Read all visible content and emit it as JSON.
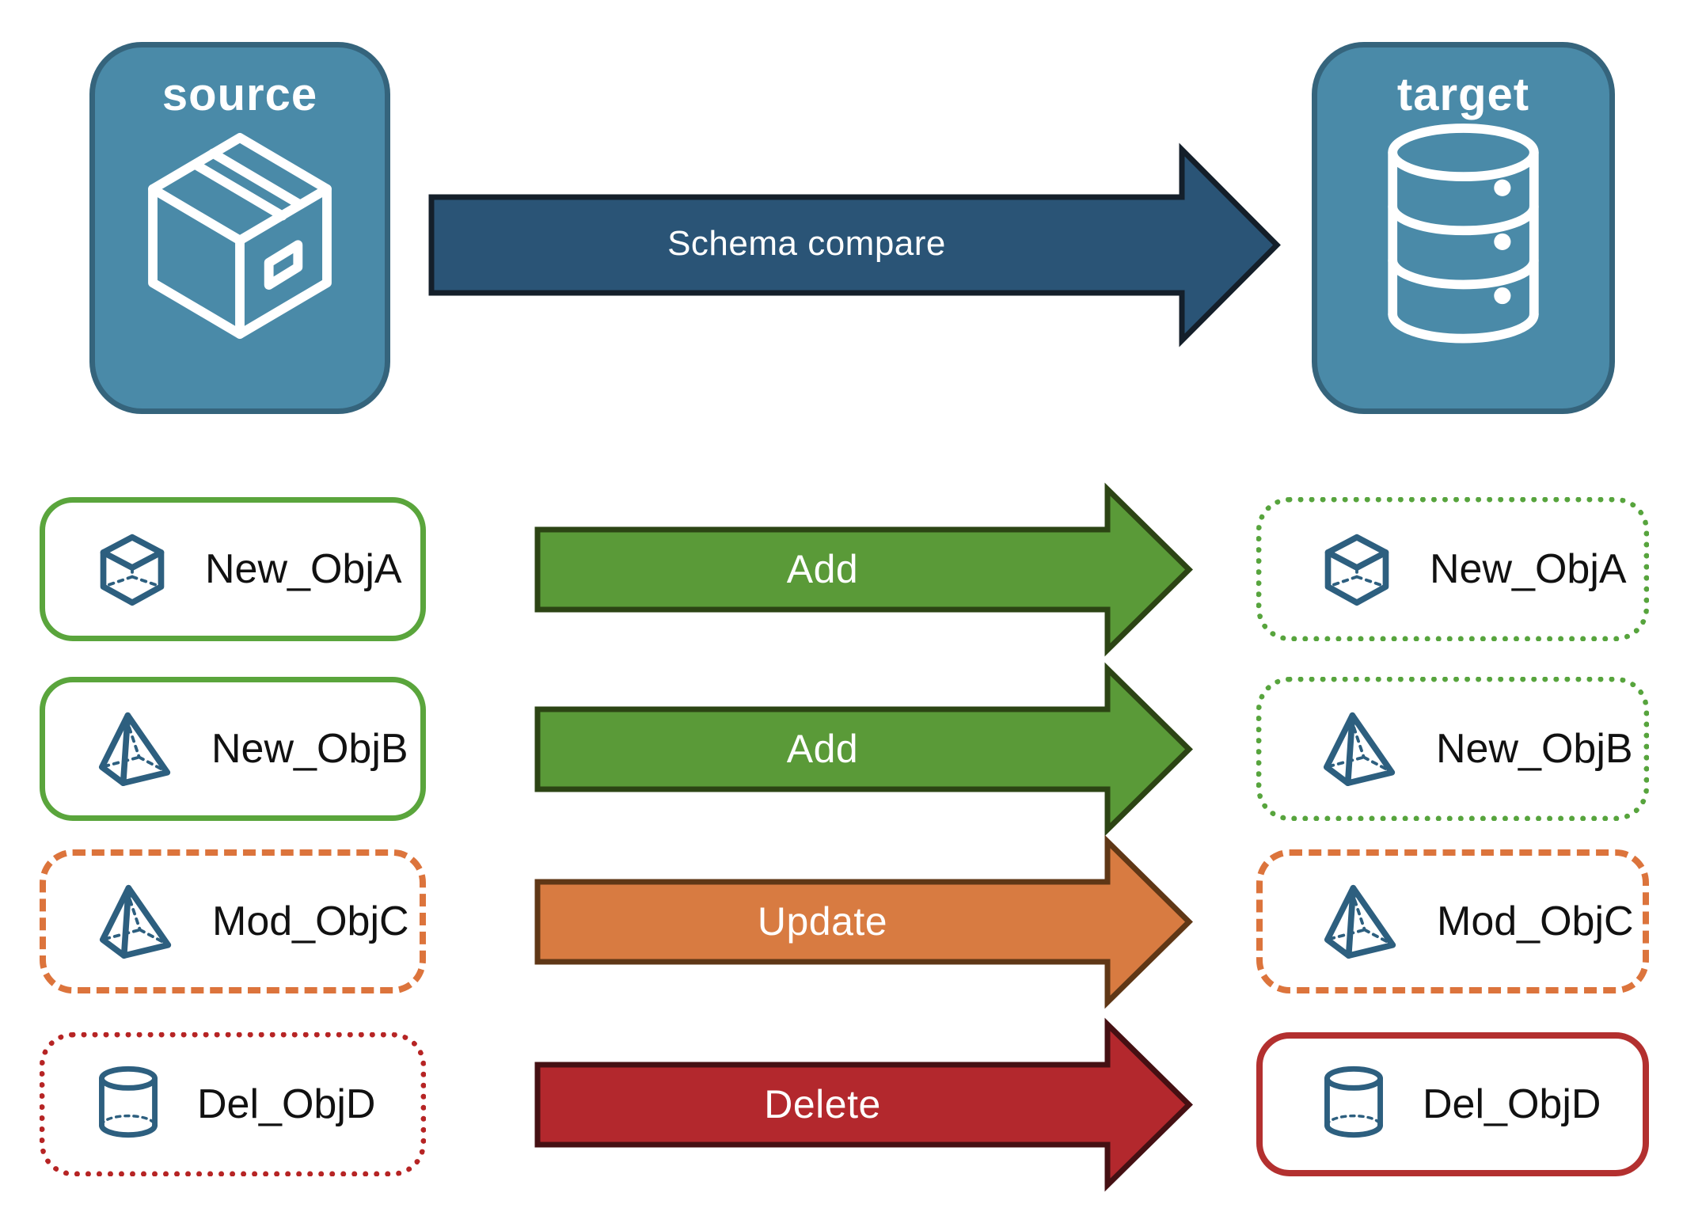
{
  "diagram": {
    "source": {
      "label": "source",
      "icon": "package-icon"
    },
    "target": {
      "label": "target",
      "icon": "database-icon"
    },
    "main_arrow": {
      "label": "Schema compare"
    },
    "rows": [
      {
        "source_object": {
          "label": "New_ObjA",
          "icon": "cube-icon",
          "border_style": "solid",
          "border_color": "green"
        },
        "action": {
          "label": "Add"
        },
        "target_object": {
          "label": "New_ObjA",
          "icon": "cube-icon",
          "border_style": "dotted",
          "border_color": "green"
        }
      },
      {
        "source_object": {
          "label": "New_ObjB",
          "icon": "pyramid-icon",
          "border_style": "solid",
          "border_color": "green"
        },
        "action": {
          "label": "Add"
        },
        "target_object": {
          "label": "New_ObjB",
          "icon": "pyramid-icon",
          "border_style": "dotted",
          "border_color": "green"
        }
      },
      {
        "source_object": {
          "label": "Mod_ObjC",
          "icon": "pyramid-icon",
          "border_style": "dashed",
          "border_color": "orange"
        },
        "action": {
          "label": "Update"
        },
        "target_object": {
          "label": "Mod_ObjC",
          "icon": "pyramid-icon",
          "border_style": "dashed",
          "border_color": "orange"
        }
      },
      {
        "source_object": {
          "label": "Del_ObjD",
          "icon": "cylinder-icon",
          "border_style": "dotted",
          "border_color": "red"
        },
        "action": {
          "label": "Delete"
        },
        "target_object": {
          "label": "Del_ObjD",
          "icon": "cylinder-icon",
          "border_style": "solid",
          "border_color": "red"
        }
      }
    ]
  },
  "colors": {
    "background": "#FFFFFF",
    "node_fill": "#4A8AA8",
    "node_border": "#35647C",
    "node_label": "#FFFFFF",
    "main_arrow_fill": "#2A5476",
    "main_arrow_border": "#141F2A",
    "add_fill": "#5A9A38",
    "add_border": "#2C4414",
    "update_fill": "#D87B41",
    "update_border": "#5F3716",
    "delete_fill": "#B3282D",
    "delete_border": "#451013",
    "green_border": "#5AA53C",
    "orange_border": "#DC743C",
    "red_border": "#B3302F",
    "object_icon_stroke": "#2D5F7F",
    "object_label": "#111111",
    "arrow_label": "#FFFFFF"
  }
}
